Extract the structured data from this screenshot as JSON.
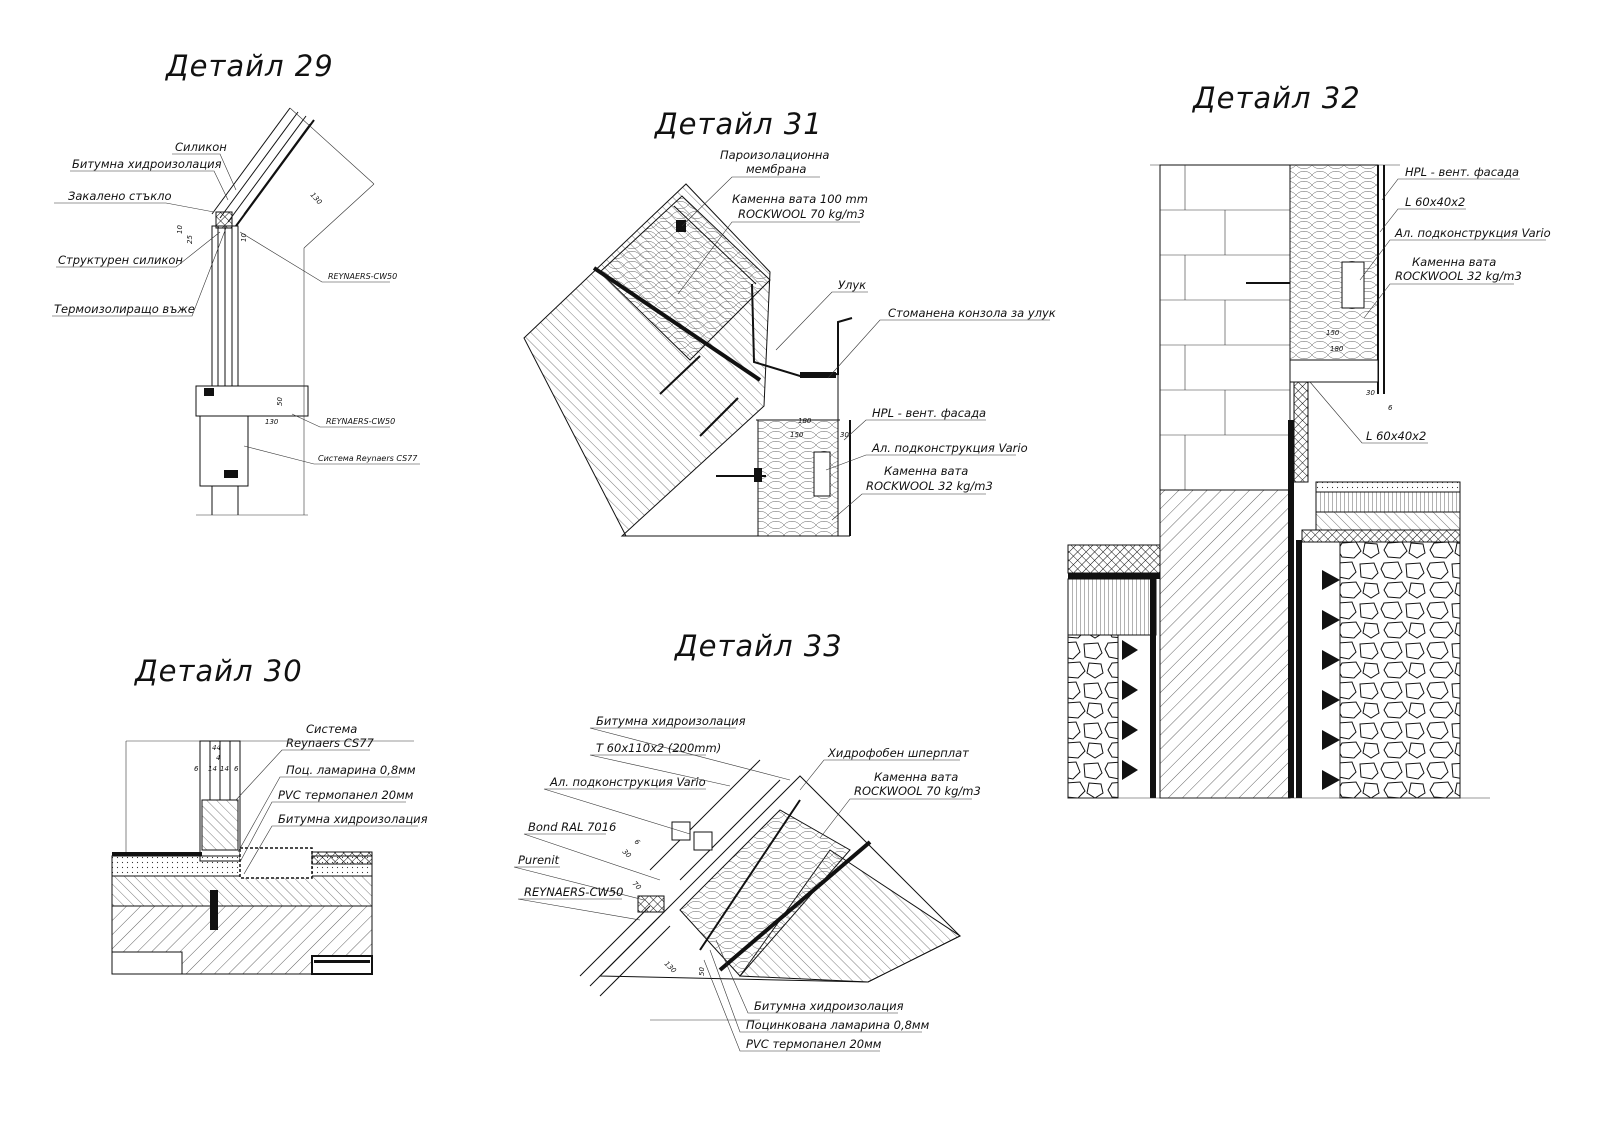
{
  "details": {
    "d29": {
      "title": "Детайл 29",
      "labels": {
        "silicone": "Силикон",
        "bitumen": "Битумна хидроизолация",
        "glass": "Закалено стъкло",
        "struct_silicone": "Структурен силикон",
        "thermal_cord": "Термоизолиращо въже",
        "reynaers_top": "REYNAERS-CW50",
        "reynaers_mid": "REYNAERS-CW50",
        "system": "Система Reynaers CS77"
      },
      "dims": {
        "d130a": "130",
        "d130b": "130",
        "d10a": "10",
        "d10b": "10",
        "d25": "25",
        "d50": "50"
      }
    },
    "d30": {
      "title": "Детайл 30",
      "labels": {
        "system_l1": "Система",
        "system_l2": "Reynaers CS77",
        "sheet": "Поц. ламарина 0,8мм",
        "pvc": "PVC термопанел 20мм",
        "bitumen": "Битумна хидроизолация"
      },
      "dims": {
        "d44": "44",
        "d4": "4",
        "d14a": "14",
        "d14b": "14",
        "d6a": "6",
        "d6b": "6"
      }
    },
    "d31": {
      "title": "Детайл 31",
      "labels": {
        "vapour_l1": "Пароизолационна",
        "vapour_l2": "мембрана",
        "wool_l1": "Каменна вата 100 mm",
        "wool_l2": "ROCKWOOL 70 kg/m3",
        "gutter": "Улук",
        "bracket": "Стоманена конзола за улук",
        "hpl": "HPL - вент. фасада",
        "sub": "Ал. подконструкция Vario",
        "wool32_l1": "Каменна вата",
        "wool32_l2": "ROCKWOOL 32 kg/m3"
      },
      "dims": {
        "d180": "180",
        "d150": "150",
        "d30": "30"
      }
    },
    "d32": {
      "title": "Детайл 32",
      "labels": {
        "hpl": "HPL - вент. фасада",
        "angle_top": "L 60x40x2",
        "sub": "Ал. подконструкция Vario",
        "wool_l1": "Каменна вата",
        "wool_l2": "ROCKWOOL 32 kg/m3",
        "angle_bottom": "L 60x40x2"
      },
      "dims": {
        "d150": "150",
        "d180": "180",
        "d30": "30",
        "d6": "6"
      }
    },
    "d33": {
      "title": "Детайл 33",
      "labels": {
        "bitumen_top": "Битумна хидроизолация",
        "tprofile": "T 60x110x2 (200mm)",
        "sub": "Ал. подконструкция Vario",
        "bond": "Bond RAL 7016",
        "purenit": "Purenit",
        "reynaers": "REYNAERS-CW50",
        "plywood": "Хидрофобен шперплат",
        "wool_l1": "Каменна вата",
        "wool_l2": "ROCKWOOL 70 kg/m3",
        "bitumen_bottom": "Битумна хидроизолация",
        "sheet": "Поцинкована ламарина 0,8мм",
        "pvc": "PVC термопанел 20мм"
      },
      "dims": {
        "d30": "30",
        "d6": "6",
        "d70": "70",
        "d130": "130",
        "d50": "50"
      }
    }
  }
}
